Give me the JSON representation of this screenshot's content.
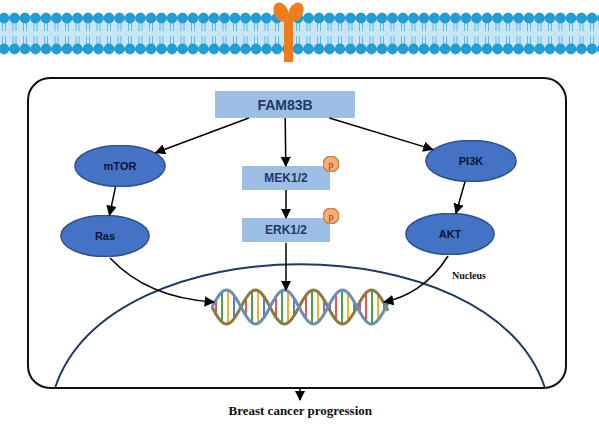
{
  "diagram": {
    "nodes": [
      {
        "text": [
          "FAM83B"
        ]
      },
      {
        "text": [
          "mTOR"
        ]
      },
      {
        "text": [
          "MEK1/2"
        ]
      },
      {
        "text": [
          "p"
        ]
      },
      {
        "text": [
          "PI3K"
        ]
      },
      {
        "text": [
          "Ras"
        ]
      },
      {
        "text": [
          "ERK1/2"
        ]
      },
      {
        "text": [
          "p"
        ]
      },
      {
        "text": [
          "AKT"
        ]
      }
    ],
    "edges": [
      {
        "from": 0,
        "to": 1,
        "arrow": "to"
      },
      {
        "from": 0,
        "to": 2,
        "arrow": "to"
      },
      {
        "from": 0,
        "to": 4,
        "arrow": "to"
      },
      {
        "from": 1,
        "to": 5,
        "arrow": "to"
      },
      {
        "from": 2,
        "to": 6,
        "arrow": "to"
      },
      {
        "from": 4,
        "to": 8,
        "arrow": "to"
      }
    ],
    "labels": [
      "Nucleus",
      "Breast cancer progression"
    ]
  }
}
